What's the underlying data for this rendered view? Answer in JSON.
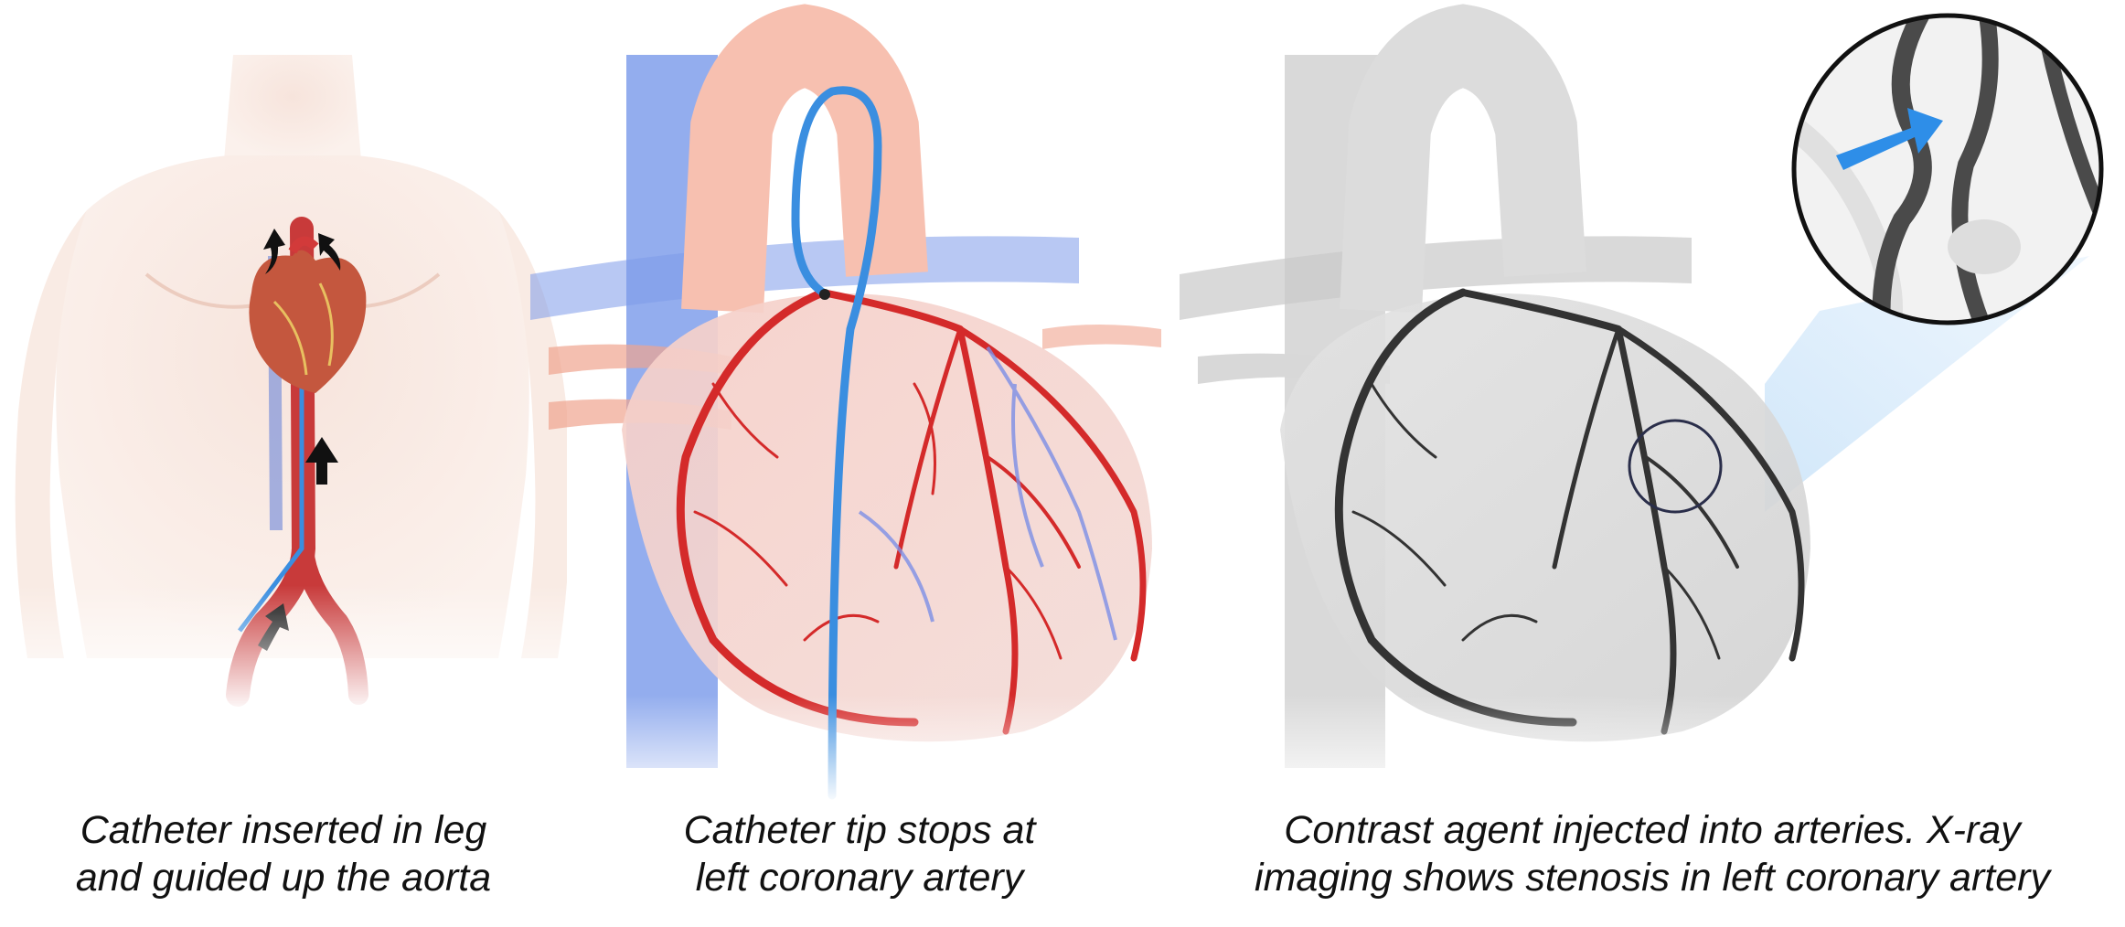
{
  "captions": {
    "step1": {
      "line1": "Catheter inserted in leg",
      "line2": "and guided up the aorta"
    },
    "step2": {
      "line1": "Catheter tip stops at",
      "line2": "left coronary artery"
    },
    "step3": {
      "line1": "Contrast agent injected into arteries. X-ray",
      "line2": "imaging shows stenosis in left coronary artery"
    }
  },
  "icons": {
    "torso": "torso-illustration-icon",
    "heart": "heart-illustration-icon",
    "xray": "xray-heart-illustration-icon",
    "magnifier": "magnifier-inset-icon",
    "arrow": "arrow-icon"
  },
  "colors": {
    "artery": "#d42a2a",
    "vein": "#4a78e0",
    "catheter": "#3a8ee0",
    "indicator_arrow": "#2e8ee8",
    "xray_vessel": "#333333",
    "caption_text": "#111111"
  }
}
